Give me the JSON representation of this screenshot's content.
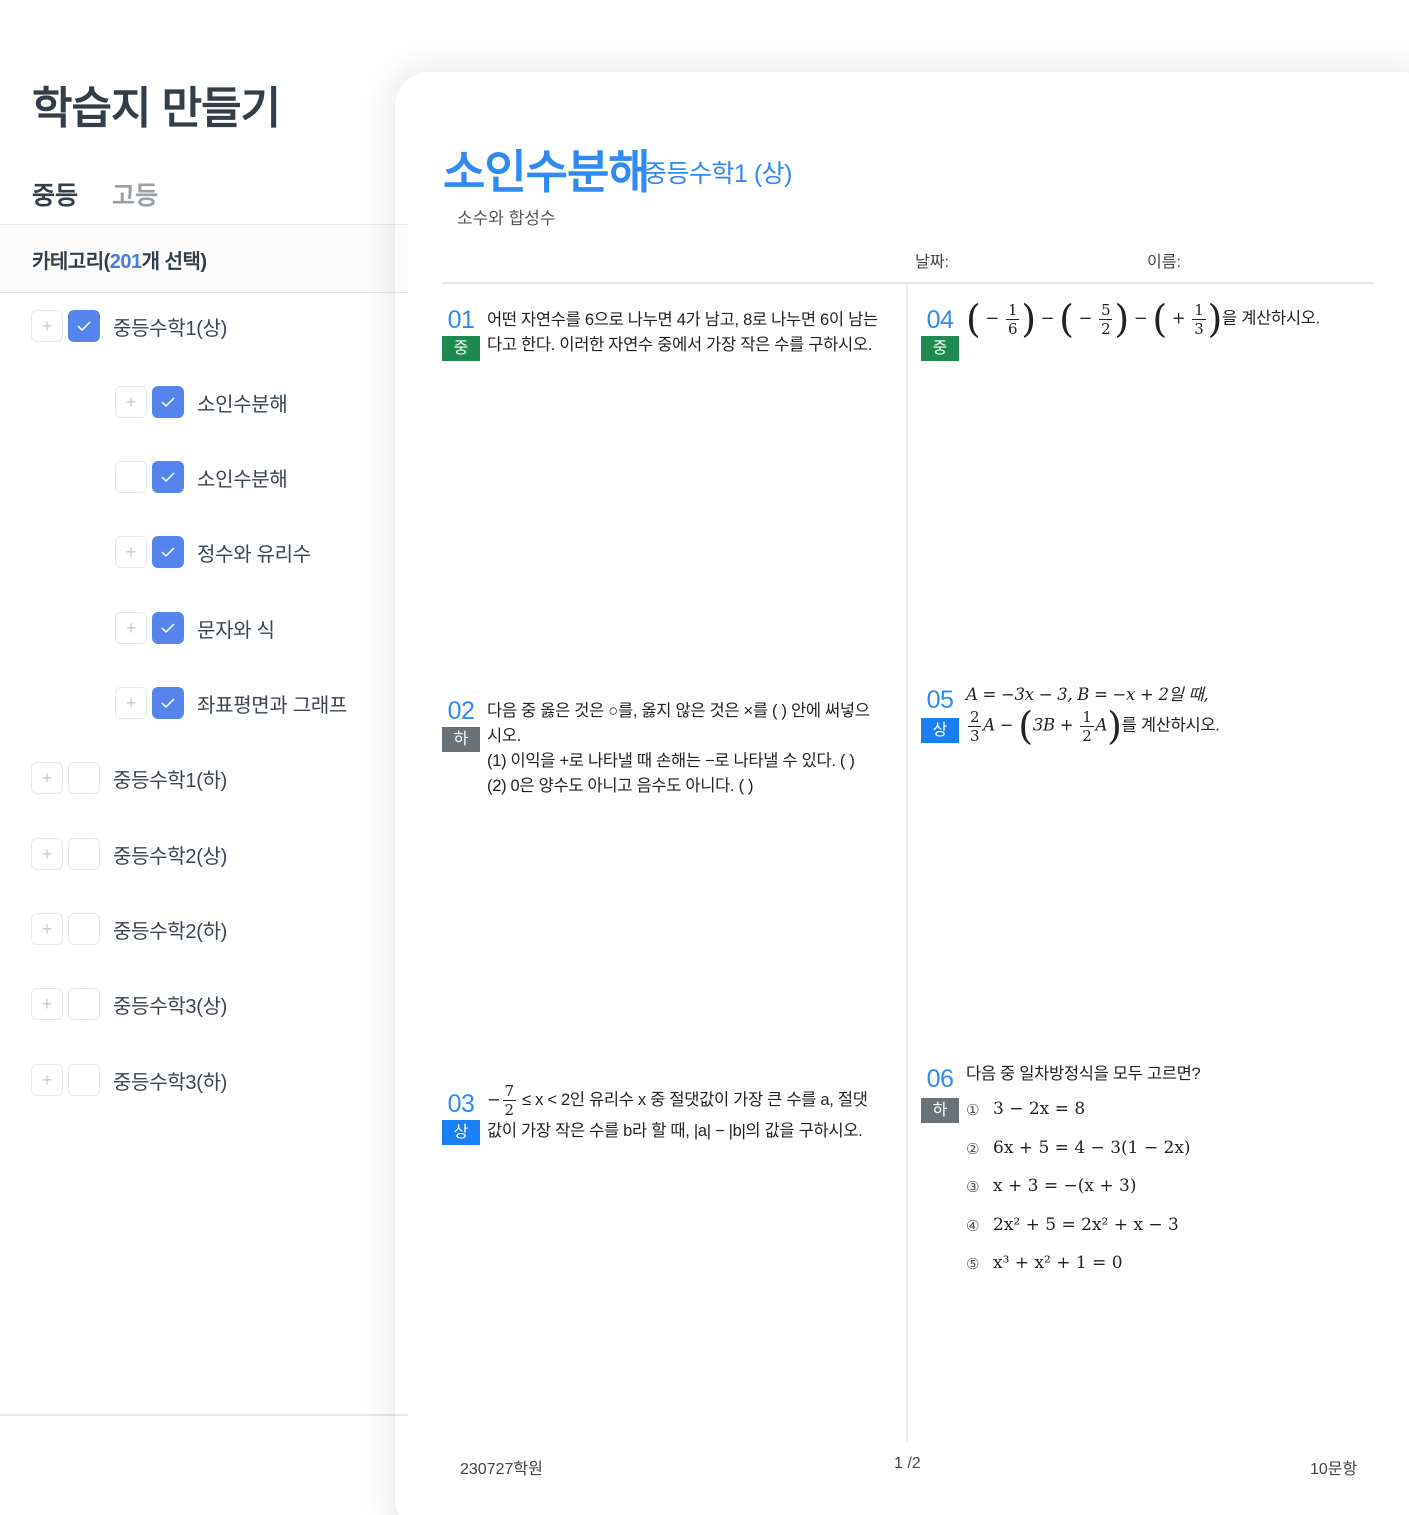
{
  "page": {
    "heading": "학습지 만들기"
  },
  "tabs": [
    {
      "label": "중등",
      "active": true
    },
    {
      "label": "고등",
      "active": false
    }
  ],
  "category": {
    "prefix": "카테고리(",
    "count": "201",
    "suffix": "개 선택)"
  },
  "tree": [
    {
      "label": "중등수학1(상)",
      "level": 0,
      "checked": true,
      "expandable": true
    },
    {
      "label": "소인수분해",
      "level": 1,
      "checked": true,
      "expandable": true
    },
    {
      "label": "소인수분해",
      "level": 1,
      "checked": true,
      "expandable": false
    },
    {
      "label": "정수와 유리수",
      "level": 1,
      "checked": true,
      "expandable": true
    },
    {
      "label": "문자와 식",
      "level": 1,
      "checked": true,
      "expandable": true
    },
    {
      "label": "좌표평면과 그래프",
      "level": 1,
      "checked": true,
      "expandable": true
    },
    {
      "label": "중등수학1(하)",
      "level": 0,
      "checked": false,
      "expandable": true
    },
    {
      "label": "중등수학2(상)",
      "level": 0,
      "checked": false,
      "expandable": true
    },
    {
      "label": "중등수학2(하)",
      "level": 0,
      "checked": false,
      "expandable": true
    },
    {
      "label": "중등수학3(상)",
      "level": 0,
      "checked": false,
      "expandable": true
    },
    {
      "label": "중등수학3(하)",
      "level": 0,
      "checked": false,
      "expandable": true
    }
  ],
  "icons": {
    "expand": "plus-icon",
    "check": "check-icon"
  },
  "worksheet": {
    "title": "소인수분해",
    "subtitle": "중등수학1 (상)",
    "topic": "소수와 합성수",
    "date_label": "날짜:",
    "name_label": "이름:",
    "colors": {
      "accent": "#2f8af2",
      "mid": "#1e8a4f",
      "low": "#6b7178",
      "high": "#1a7ef5",
      "check": "#5585ec"
    },
    "questions": [
      {
        "num": "01",
        "level": "중",
        "text_line1": "어떤 자연수를 6으로 나누면 4가 남고, 8로 나누면 6이 남는",
        "text_line2": "다고 한다. 이러한 자연수 중에서 가장 작은 수를 구하시오."
      },
      {
        "num": "02",
        "level": "하",
        "text_line1": "다음 중 옳은 것은 ○를, 옳지 않은 것은 ×를 (   ) 안에 써넣으",
        "text_line2": "시오.",
        "text_line3": "(1) 이익을 +로 나타낼 때 손해는 −로 나타낼 수 있다. (     )",
        "text_line4": "(2) 0은 양수도 아니고 음수도 아니다. (     )"
      },
      {
        "num": "03",
        "level": "상",
        "frac_num": "7",
        "frac_den": "2",
        "text_line1": "≤ x < 2인 유리수 x 중 절댓값이 가장 큰 수를 a,  절댓",
        "text_line2": "값이 가장 작은 수를 b라 할 때,  |a| − |b|의 값을 구하시오."
      },
      {
        "num": "04",
        "level": "중",
        "f1n": "1",
        "f1d": "6",
        "f2n": "5",
        "f2d": "2",
        "f3n": "1",
        "f3d": "3",
        "tail": "을 계산하시오."
      },
      {
        "num": "05",
        "level": "상",
        "text_line1": "A = −3x − 3, B = −x + 2일 때,",
        "fa_n": "2",
        "fa_d": "3",
        "fb_n": "1",
        "fb_d": "2",
        "tail": "를 계산하시오."
      },
      {
        "num": "06",
        "level": "하",
        "text_line1": "다음 중 일차방정식을 모두 고르면?",
        "choices": [
          {
            "mark": "①",
            "expr": "3 − 2x = 8"
          },
          {
            "mark": "②",
            "expr": "6x + 5 = 4 − 3(1 − 2x)"
          },
          {
            "mark": "③",
            "expr": "x + 3 = −(x + 3)"
          },
          {
            "mark": "④",
            "expr": "2x² + 5 = 2x² + x − 3"
          },
          {
            "mark": "⑤",
            "expr": "x³ + x² + 1 = 0"
          }
        ]
      }
    ],
    "footer": {
      "academy": "230727학원",
      "page": "1 /2",
      "count": "10문항"
    }
  }
}
